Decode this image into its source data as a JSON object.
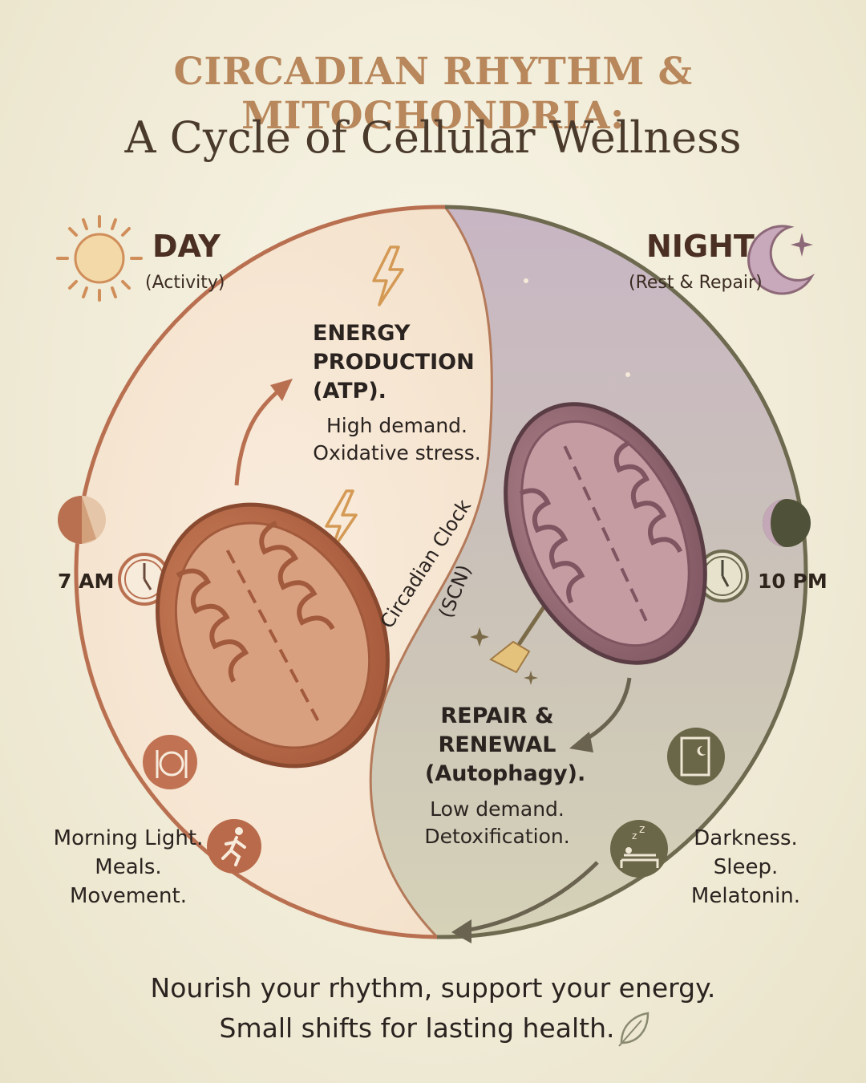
{
  "title": {
    "line1": "CIRCADIAN RHYTHM & MITOCHONDRIA:",
    "line2": "A Cycle of Cellular Wellness"
  },
  "day": {
    "label": "DAY",
    "sub": "(Activity)",
    "time": "7 AM",
    "heading": [
      "ENERGY",
      "PRODUCTION",
      "(ATP)."
    ],
    "body": [
      "High demand.",
      "Oxidative stress."
    ],
    "cues": [
      "Morning Light.",
      "Meals.",
      "Movement."
    ]
  },
  "night": {
    "label": "NIGHT",
    "sub": "(Rest & Repair)",
    "time": "10 PM",
    "heading": [
      "REPAIR &",
      "RENEWAL",
      "(Autophagy)."
    ],
    "body": [
      "Low demand.",
      "Detoxification."
    ],
    "cues": [
      "Darkness.",
      "Sleep.",
      "Melatonin."
    ]
  },
  "clock_label": "Circadian Clock",
  "clock_abbr": "(SCN)",
  "footer": {
    "line1": "Nourish your rhythm, support your energy.",
    "line2": "Small shifts for lasting health."
  },
  "icons": [
    "sun-icon",
    "moon-star-icon",
    "lightning-icon",
    "clock-icon",
    "plate-cutlery-icon",
    "running-person-icon",
    "broom-icon",
    "door-moon-icon",
    "sleeping-bed-icon",
    "leaf-icon",
    "moon-icon"
  ],
  "colors": {
    "day_accent": "#b97050",
    "night_accent": "#6d6a50",
    "night_fill": "#c9b8c2",
    "title_gold": "#b8875b"
  }
}
